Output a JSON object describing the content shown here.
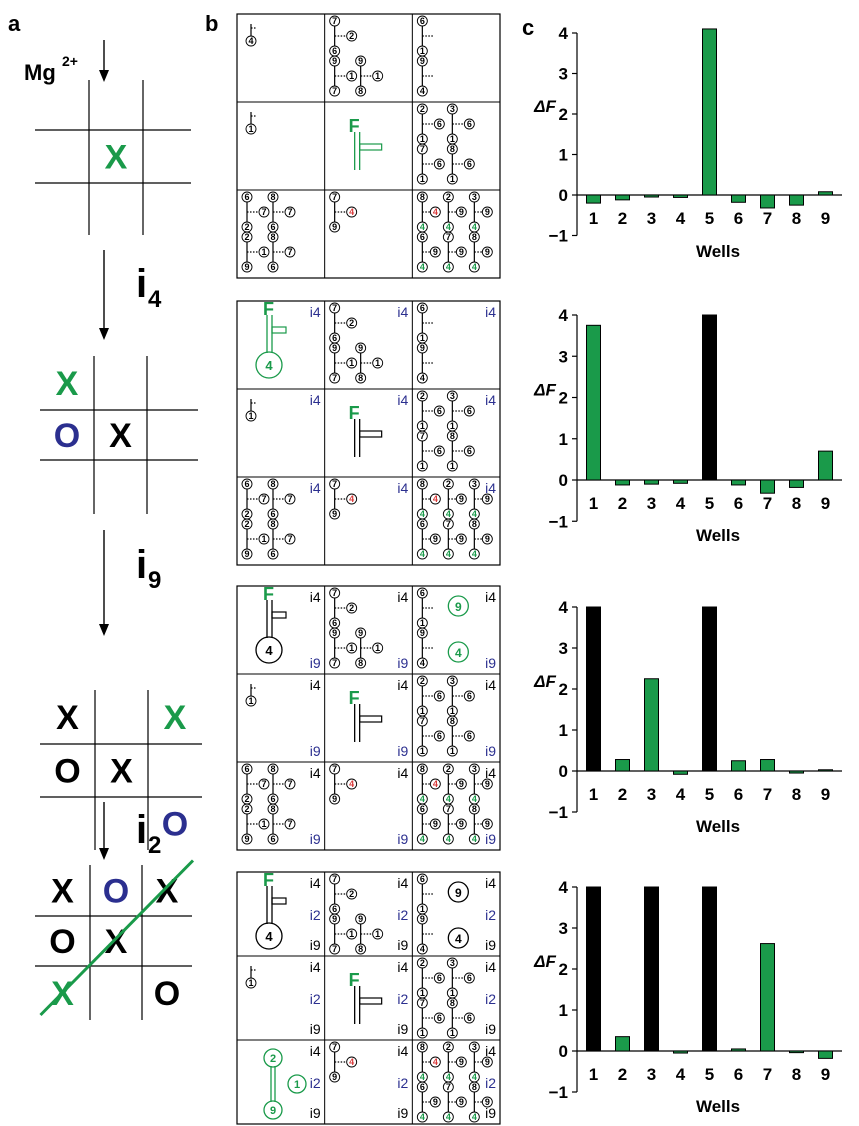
{
  "panel_labels": {
    "a": "a",
    "b": "b",
    "c": "c"
  },
  "colors": {
    "green": "#1a9a4a",
    "blue": "#2b2f8f",
    "black": "#000000",
    "red": "#d93a3a"
  },
  "input_label": "Mg",
  "input_superscript": "2+",
  "steps": [
    {
      "letter": "i",
      "sub": "4"
    },
    {
      "letter": "i",
      "sub": "9"
    },
    {
      "letter": "i",
      "sub": "2"
    }
  ],
  "boards": [
    {
      "marks": [
        "",
        "",
        "",
        "",
        "X",
        "",
        "",
        "",
        ""
      ],
      "colors": [
        "",
        "",
        "",
        "",
        "green",
        "",
        "",
        "",
        ""
      ],
      "win_line": false
    },
    {
      "marks": [
        "X",
        "",
        "",
        "O",
        "X",
        "",
        "",
        "",
        ""
      ],
      "colors": [
        "green",
        "",
        "",
        "blue",
        "black",
        "",
        "",
        "",
        ""
      ],
      "win_line": false
    },
    {
      "marks": [
        "X",
        "",
        "X",
        "O",
        "X",
        "",
        "",
        "",
        "O"
      ],
      "colors": [
        "black",
        "",
        "green",
        "black",
        "black",
        "",
        "",
        "",
        "blue"
      ],
      "win_line": false
    },
    {
      "marks": [
        "X",
        "O",
        "X",
        "O",
        "X",
        "",
        "X",
        "",
        "O"
      ],
      "colors": [
        "black",
        "blue",
        "black",
        "black",
        "black",
        "",
        "green",
        "",
        "black"
      ],
      "win_line": true
    }
  ],
  "well_text": {
    "F": "F",
    "inputs": [
      "i4",
      "i9",
      "i2"
    ],
    "nodes": [
      "1",
      "2",
      "3",
      "4",
      "6",
      "7",
      "8",
      "9"
    ]
  },
  "chart_data": [
    {
      "type": "bar",
      "categories": [
        "1",
        "2",
        "3",
        "4",
        "5",
        "6",
        "7",
        "8",
        "9"
      ],
      "values": [
        -0.2,
        -0.12,
        -0.05,
        -0.06,
        4.1,
        -0.18,
        -0.32,
        -0.25,
        0.08
      ],
      "bar_colors": [
        "green",
        "green",
        "green",
        "green",
        "green",
        "green",
        "green",
        "green",
        "green"
      ],
      "xlabel": "Wells",
      "ylabel": "ΔF",
      "ylim": [
        -1,
        4
      ],
      "yticks": [
        "−1",
        "0",
        "1",
        "2",
        "3",
        "4"
      ]
    },
    {
      "type": "bar",
      "categories": [
        "1",
        "2",
        "3",
        "4",
        "5",
        "6",
        "7",
        "8",
        "9"
      ],
      "values": [
        3.75,
        -0.12,
        -0.1,
        -0.08,
        4.0,
        -0.12,
        -0.32,
        -0.18,
        0.7
      ],
      "bar_colors": [
        "green",
        "green",
        "green",
        "green",
        "black",
        "green",
        "green",
        "green",
        "green"
      ],
      "xlabel": "Wells",
      "ylabel": "ΔF",
      "ylim": [
        -1,
        4
      ],
      "yticks": [
        "−1",
        "0",
        "1",
        "2",
        "3",
        "4"
      ]
    },
    {
      "type": "bar",
      "categories": [
        "1",
        "2",
        "3",
        "4",
        "5",
        "6",
        "7",
        "8",
        "9"
      ],
      "values": [
        4.0,
        0.28,
        2.25,
        -0.08,
        4.0,
        0.25,
        0.28,
        -0.05,
        0.03
      ],
      "bar_colors": [
        "black",
        "green",
        "green",
        "green",
        "black",
        "green",
        "green",
        "green",
        "green"
      ],
      "xlabel": "Wells",
      "ylabel": "ΔF",
      "ylim": [
        -1,
        4
      ],
      "yticks": [
        "−1",
        "0",
        "1",
        "2",
        "3",
        "4"
      ]
    },
    {
      "type": "bar",
      "categories": [
        "1",
        "2",
        "3",
        "4",
        "5",
        "6",
        "7",
        "8",
        "9"
      ],
      "values": [
        4.0,
        0.35,
        4.0,
        -0.05,
        4.0,
        0.05,
        2.62,
        -0.04,
        -0.18
      ],
      "bar_colors": [
        "black",
        "green",
        "black",
        "green",
        "black",
        "green",
        "green",
        "green",
        "green"
      ],
      "xlabel": "Wells",
      "ylabel": "ΔF",
      "ylim": [
        -1,
        4
      ],
      "yticks": [
        "−1",
        "0",
        "1",
        "2",
        "3",
        "4"
      ]
    }
  ]
}
